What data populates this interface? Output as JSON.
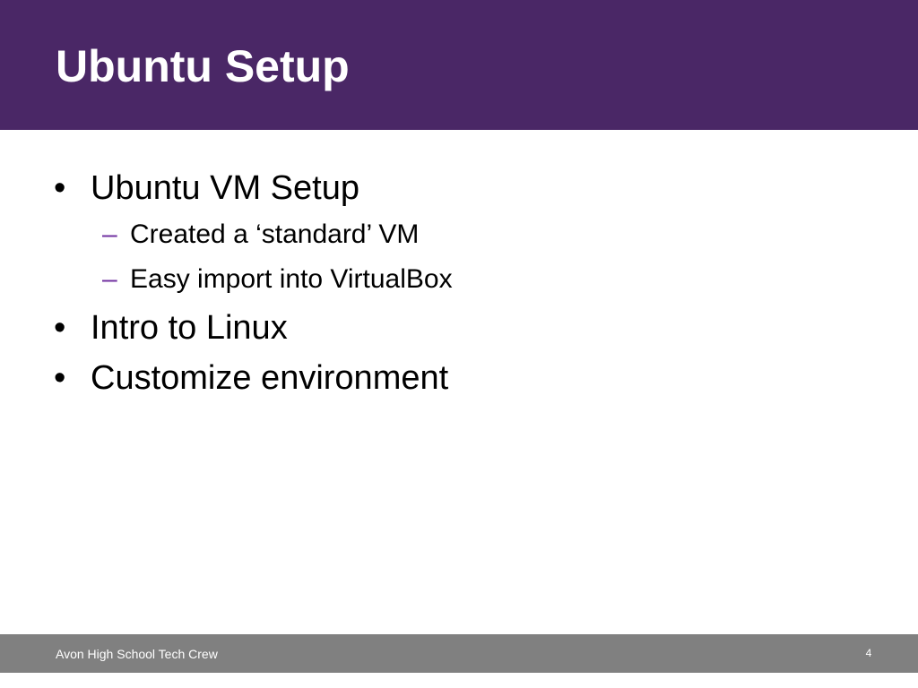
{
  "slide": {
    "title": "Ubuntu Setup",
    "bullets": [
      {
        "marker": "•",
        "text": "Ubuntu VM Setup",
        "subitems": [
          {
            "marker": "–",
            "text": "Created a ‘standard’ VM"
          },
          {
            "marker": "–",
            "text": "Easy import into VirtualBox"
          }
        ]
      },
      {
        "marker": "•",
        "text": "Intro to Linux"
      },
      {
        "marker": "•",
        "text": "Customize environment"
      }
    ]
  },
  "footer": {
    "text": "Avon High School Tech Crew",
    "page_number": "4"
  },
  "colors": {
    "title_bar": "#4a2766",
    "sub_bullet_marker": "#7030a0",
    "footer_bar": "#808080"
  }
}
